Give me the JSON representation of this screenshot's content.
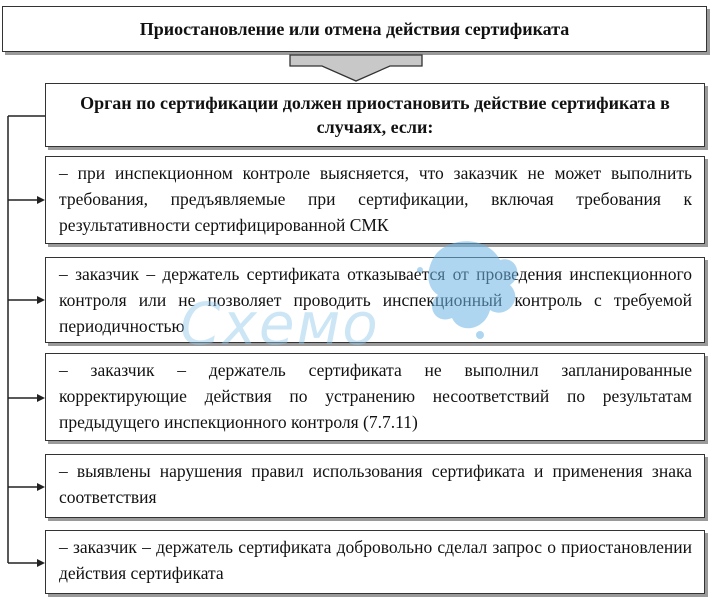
{
  "title": "Приостановление или отмена действия сертификата",
  "header": "Орган по сертификации должен приостановить действие сертификата в случаях, если:",
  "items": [
    "– при инспекционном контроле выясняется, что заказчик не может выполнить требования, предъявляемые при сертификации, включая требования к результативности сертифицированной СМК",
    "– заказчик – держатель сертификата отказывается от проведения инспекционного контроля или не позволяет проводить инспекционный контроль с требуемой периодичностью",
    "– заказчик – держатель сертификата не выполнил запланированные корректирующие действия по устранению несоответствий по результатам предыдущего инспекционного контроля (7.7.11)",
    "– выявлены нарушения правил использования сертификата и применения знака соответствия",
    "– заказчик – держатель сертификата добровольно сделал запрос о приостановлении действия сертификата"
  ],
  "watermark": "Схемо",
  "colors": {
    "border": "#333333",
    "shadow": "#9a9a9a",
    "arrow_fill": "#c8c8c8",
    "watermark": "#8fc9ec"
  }
}
